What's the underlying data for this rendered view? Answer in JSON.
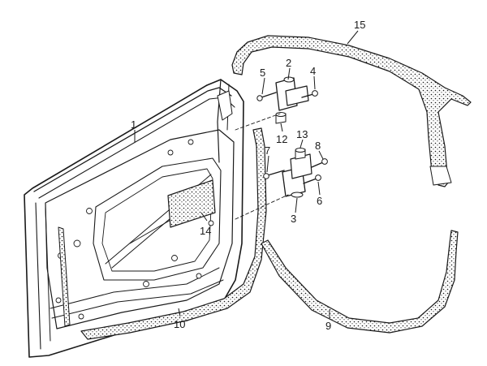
{
  "callouts": {
    "c1": "1",
    "c2": "2",
    "c3": "3",
    "c4": "4",
    "c5": "5",
    "c6": "6",
    "c7": "7",
    "c8": "8",
    "c9": "9",
    "c10": "10",
    "c12": "12",
    "c13": "13",
    "c14": "14",
    "c15": "15"
  },
  "colors": {
    "ink": "#1a1a1a",
    "background": "#ffffff"
  }
}
